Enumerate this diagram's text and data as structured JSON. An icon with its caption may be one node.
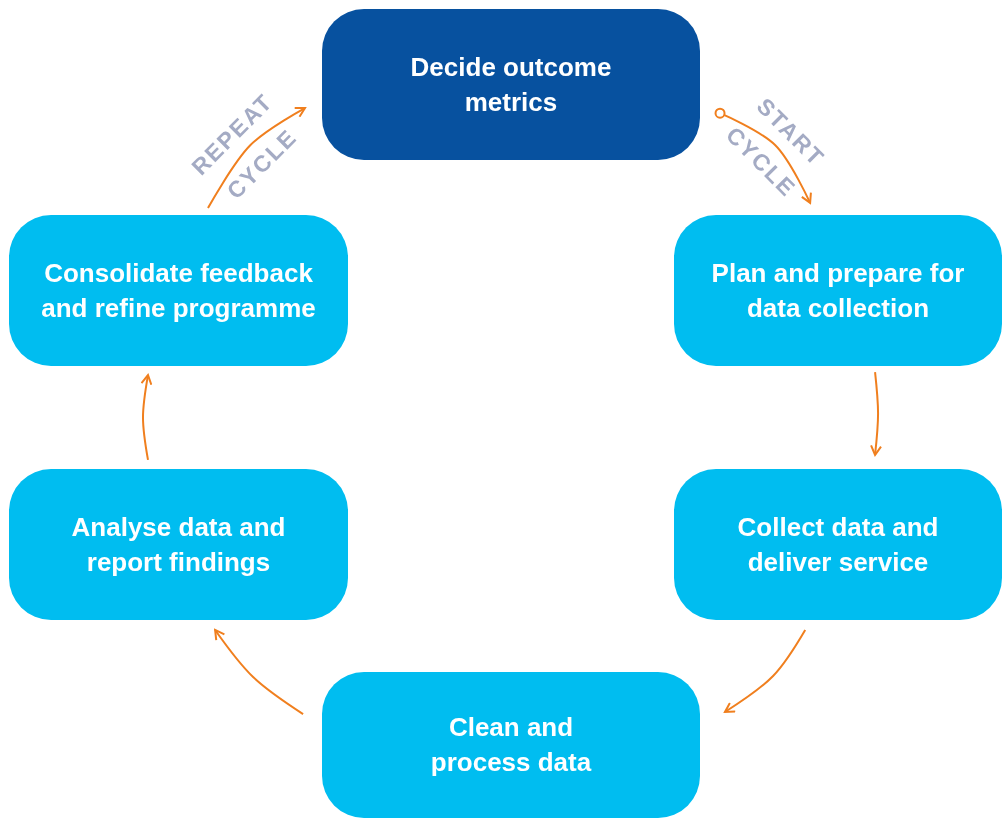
{
  "diagram": {
    "nodes": [
      {
        "text": [
          "Decide outcome metrics"
        ]
      },
      {
        "text": [
          "Plan and prepare for data collection"
        ]
      },
      {
        "text": [
          "Collect data and deliver service"
        ]
      },
      {
        "text": [
          "Clean and process data"
        ]
      },
      {
        "text": [
          "Analyse data and report findings"
        ]
      },
      {
        "text": [
          "Consolidate feedback and refine programme"
        ]
      }
    ],
    "edges": [
      {
        "from": 0,
        "to": 1,
        "arrow": "to",
        "label": "START CYCLE"
      },
      {
        "from": 1,
        "to": 2,
        "arrow": "to"
      },
      {
        "from": 2,
        "to": 3,
        "arrow": "to"
      },
      {
        "from": 3,
        "to": 4,
        "arrow": "to"
      },
      {
        "from": 4,
        "to": 5,
        "arrow": "to"
      },
      {
        "from": 5,
        "to": 0,
        "arrow": "to",
        "label": "REPEAT CYCLE"
      }
    ]
  }
}
